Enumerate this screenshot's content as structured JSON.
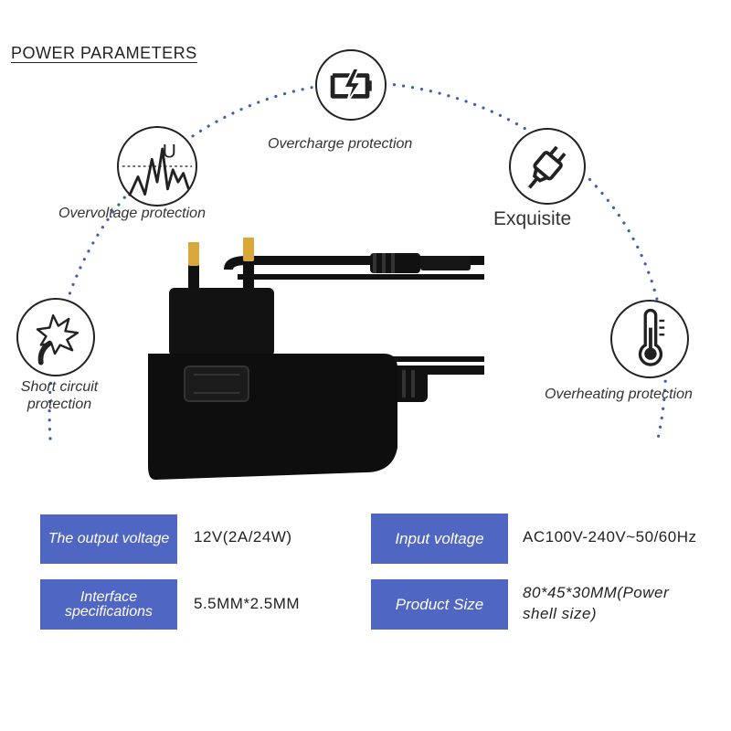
{
  "heading": "POWER PARAMETERS",
  "features": [
    {
      "label": "Overcharge protection",
      "icon": "battery-charge-icon"
    },
    {
      "label": "Overvoltage protection",
      "icon": "voltage-wave-icon"
    },
    {
      "label": "Exquisite",
      "icon": "plug-icon"
    },
    {
      "label": "Short circuit protection",
      "icon": "short-circuit-spark-icon"
    },
    {
      "label": "Overheating protection",
      "icon": "thermometer-icon"
    }
  ],
  "short_circuit_lines": [
    "Short circuit",
    "protection"
  ],
  "product": {
    "name": "power-adapter-image"
  },
  "specs": [
    {
      "label": "The output voltage",
      "value": "12V(2A/24W)"
    },
    {
      "label": "Input voltage",
      "value": "AC100V-240V~50/60Hz"
    },
    {
      "label_lines": [
        "Interface",
        "specifications"
      ],
      "value": "5.5MM*2.5MM"
    },
    {
      "label": "Product Size",
      "value_lines": [
        "80*45*30MM(Power",
        "shell size)"
      ]
    }
  ],
  "colors": {
    "accent": "#4f67c2",
    "dots": "#3d5fb0",
    "product": "#111111"
  }
}
